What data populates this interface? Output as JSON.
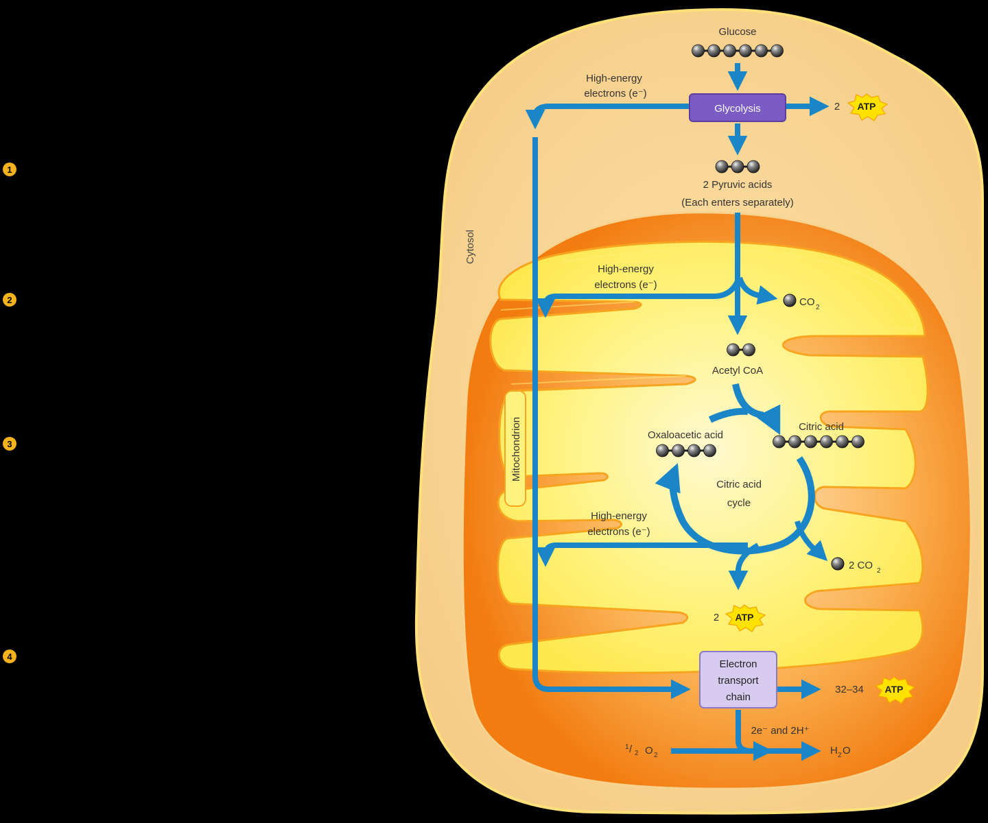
{
  "colors": {
    "background": "#000000",
    "cell_fill": "#f8d38f",
    "cell_border": "#ffe079",
    "mito_outer": "#f28a16",
    "mito_inner": "#fff27a",
    "arrow": "#1a86c8",
    "process_box": "#7a5cc4",
    "etc_box": "#d7ccef",
    "atp_badge": "#ffe200",
    "step_marker": "#f4b31c"
  },
  "steps": [
    "1",
    "2",
    "3",
    "4"
  ],
  "labels": {
    "cytosol": "Cytosol",
    "mitochondrion": "Mitochondrion",
    "glucose": "Glucose",
    "glycolysis": "Glycolysis",
    "high_energy_1": [
      "High-energy",
      "electrons (e⁻)"
    ],
    "high_energy_2": [
      "High-energy",
      "electrons (e⁻)"
    ],
    "high_energy_3": [
      "High-energy",
      "electrons (e⁻)"
    ],
    "glycolysis_atp_count": "2",
    "atp": "ATP",
    "pyruvic_acids": "2 Pyruvic acids",
    "each_enters": "(Each enters separately)",
    "co2_first": "CO",
    "acetyl_coa": "Acetyl CoA",
    "citric_acid": "Citric acid",
    "oxaloacetic_acid": "Oxaloacetic acid",
    "citric_acid_cycle": [
      "Citric acid",
      "cycle"
    ],
    "co2_second": "2 CO",
    "cycle_atp_count": "2",
    "etc": [
      "Electron",
      "transport",
      "chain"
    ],
    "etc_atp_count": "32–34",
    "electrons_hydrogen": "2e⁻ and 2H⁺",
    "oxygen_fraction": [
      "1",
      "2"
    ],
    "oxygen": "O",
    "water": "H",
    "water_tail": "O",
    "subscript_2": "2"
  },
  "molecules": {
    "glucose_carbons": 6,
    "pyruvic_carbons": 3,
    "acetyl_carbons": 2,
    "citric_carbons": 6,
    "oxaloacetic_carbons": 4
  }
}
